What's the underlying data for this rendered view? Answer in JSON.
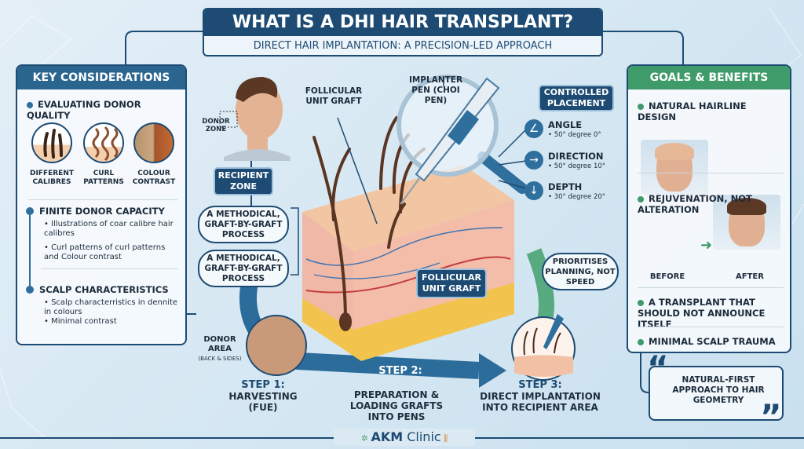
{
  "title": "WHAT IS A DHI HAIR TRANSPLANT?",
  "subtitle": "DIRECT HAIR IMPLANTATION: A PRECISION-LED APPROACH",
  "colors": {
    "navy": "#1d4b73",
    "accent_blue": "#2e6f9e",
    "green": "#3f9b6a",
    "skin": "#f1c5a4"
  },
  "left_panel": {
    "header": "KEY CONSIDERATIONS",
    "section1": "EVALUATING DONOR QUALITY",
    "icons": [
      {
        "icon": "hair-calibre-icon",
        "label1": "DIFFERENT",
        "label2": "CALIBRES"
      },
      {
        "icon": "curl-pattern-icon",
        "label1": "CURL",
        "label2": "PATTERNS"
      },
      {
        "icon": "colour-contrast-icon",
        "label1": "COLOUR",
        "label2": "CONTRAST"
      }
    ],
    "section2": "FINITE DONOR CAPACITY",
    "section2_bullets": [
      "Illustrations of coar calibre hair calibres",
      "Curl patterns of curl patterns and Colour contrast"
    ],
    "section3": "SCALP CHARACTERISTICS",
    "section3_bullets": [
      "Scalp characterristics in dennite in colours",
      "Minimal contrast"
    ]
  },
  "center": {
    "donor_zone": "DONOR ZONE",
    "recipient_zone": "RECIPIENT ZONE",
    "follicular_unit_graft_top": "FOLLICULAR UNIT GRAFT",
    "implanter_pen": "IMPLANTER PEN (CHOI PEN)",
    "methodical_1": "A METHODICAL, GRAFT-BY-GRAFT PROCESS",
    "methodical_2": "A METHODICAL, GRAFT-BY-GRAFT PROCESS",
    "follicular_unit_graft_bottom": "FOLLICULAR UNIT GRAFT",
    "controlled_placement": "CONTROLLED PLACEMENT",
    "params": [
      {
        "icon": "angle-icon",
        "glyph": "∠",
        "label": "ANGLE",
        "detail": "• 50° degree 0°"
      },
      {
        "icon": "arrow-right-icon",
        "glyph": "→",
        "label": "DIRECTION",
        "detail": "• 50° degree 10°"
      },
      {
        "icon": "arrow-down-icon",
        "glyph": "↓",
        "label": "DEPTH",
        "detail": "• 30° degree 20°"
      }
    ],
    "prioritises": "PRIORITISES PLANNING, NOT SPEED",
    "donor_area": "DONOR AREA",
    "donor_area_sub": "(BACK & SIDES)"
  },
  "steps": [
    {
      "num": "STEP 1:",
      "text": "HARVESTING (FUE)"
    },
    {
      "num": "STEP 2:",
      "text": "PREPARATION & LOADING GRAFTS INTO PENS"
    },
    {
      "num": "STEP 3:",
      "text": "DIRECT IMPLANTATION INTO RECIPIENT AREA"
    }
  ],
  "right_panel": {
    "header": "GOALS & BENEFITS",
    "items": [
      "NATURAL HAIRLINE DESIGN",
      "REJUVENATION, NOT ALTERATION",
      "A TRANSPLANT THAT SHOULD NOT ANNOUNCE ITSELF",
      "MINIMAL SCALP TRAUMA"
    ],
    "before": "BEFORE",
    "after": "AFTER"
  },
  "quote": {
    "open": "“",
    "text": "NATURAL-FIRST APPROACH TO HAIR GEOMETRY",
    "close": "”"
  },
  "footer": {
    "brand_bold": "AKM",
    "brand_rest": " Clinic"
  }
}
